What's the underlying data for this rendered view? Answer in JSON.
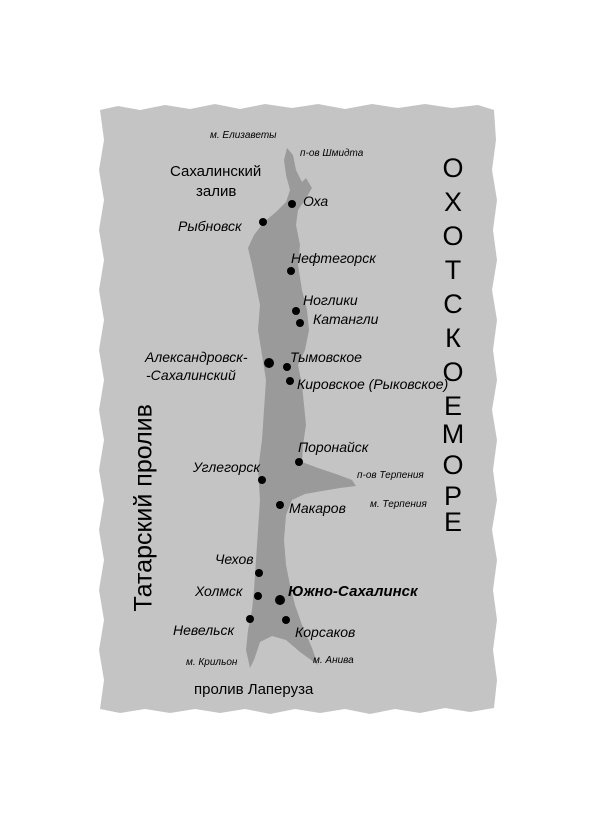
{
  "map": {
    "colors": {
      "paper": "#c4c4c4",
      "land": "#9a9a9a",
      "text": "#000000",
      "dot": "#000000",
      "background": "#ffffff"
    },
    "water_labels": {
      "sea_letters": [
        "О",
        "Х",
        "О",
        "Т",
        "С",
        "К",
        "О",
        "Е",
        " ",
        "М",
        "О",
        "Р",
        "Е"
      ],
      "sea_full": "ОХОТСКОЕ МОРЕ",
      "strait_tatar": "Татарский пролив",
      "bay_line1": "Сахалинский",
      "bay_line2": "залив",
      "strait_laperuza": "пролив Лаперуза"
    },
    "capes": {
      "elizavety": "м. Елизаветы",
      "shmidta": "п-ов Шмидта",
      "terpeniya_pen": "п-ов Терпения",
      "terpeniya_cape": "м. Терпения",
      "krilyon": "м. Крильон",
      "aniva": "м. Анива"
    },
    "cities": {
      "okha": "Оха",
      "rybnovsk": "Рыбновск",
      "neftegorsk": "Нефтегорск",
      "nogliki": "Ноглики",
      "katangli": "Катангли",
      "aleksandrovsk_1": "Александровск-",
      "aleksandrovsk_2": "-Сахалинский",
      "tymovskoe": "Тымовское",
      "kirovskoe": "Кировское (Рыковское)",
      "poronaysk": "Поронайск",
      "uglegorsk": "Углегорск",
      "makarov": "Макаров",
      "chekhov": "Чехов",
      "kholmsk": "Холмск",
      "yuzhno": "Южно-Сахалинск",
      "nevelsk": "Невельск",
      "korsakov": "Корсаков"
    }
  }
}
